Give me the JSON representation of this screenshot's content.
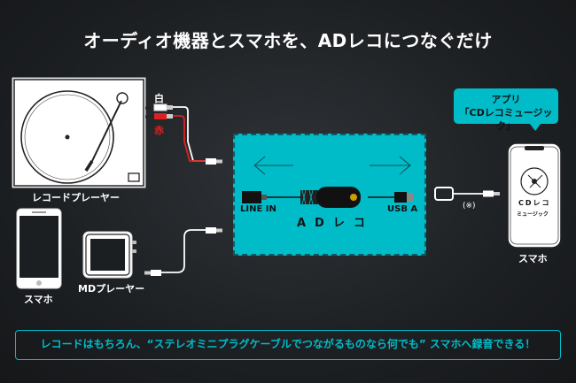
{
  "title": "オーディオ機器とスマホを、ADレコにつなぐだけ",
  "labels": {
    "record_player": "レコードプレーヤー",
    "white": "白",
    "red": "赤",
    "smartphone_left": "スマホ",
    "md_player": "MDプレーヤー",
    "line_in": "LINE IN",
    "usb_a": "USB A",
    "device_name": "ADレコ",
    "note": "(※)",
    "smartphone_right": "スマホ"
  },
  "app_callout": {
    "line1": "アプリ",
    "line2": "「CDレコミュージック」"
  },
  "app_icon": {
    "line1": "CDレコ",
    "line2": "ミュージック"
  },
  "banner": "レコードはもちろん、“ステレオミニプラグケーブルでつながるものなら何でも” スマホへ録音できる！",
  "colors": {
    "accent": "#00bcc9",
    "red_cable": "#e02020",
    "background": "#1c1f22"
  }
}
